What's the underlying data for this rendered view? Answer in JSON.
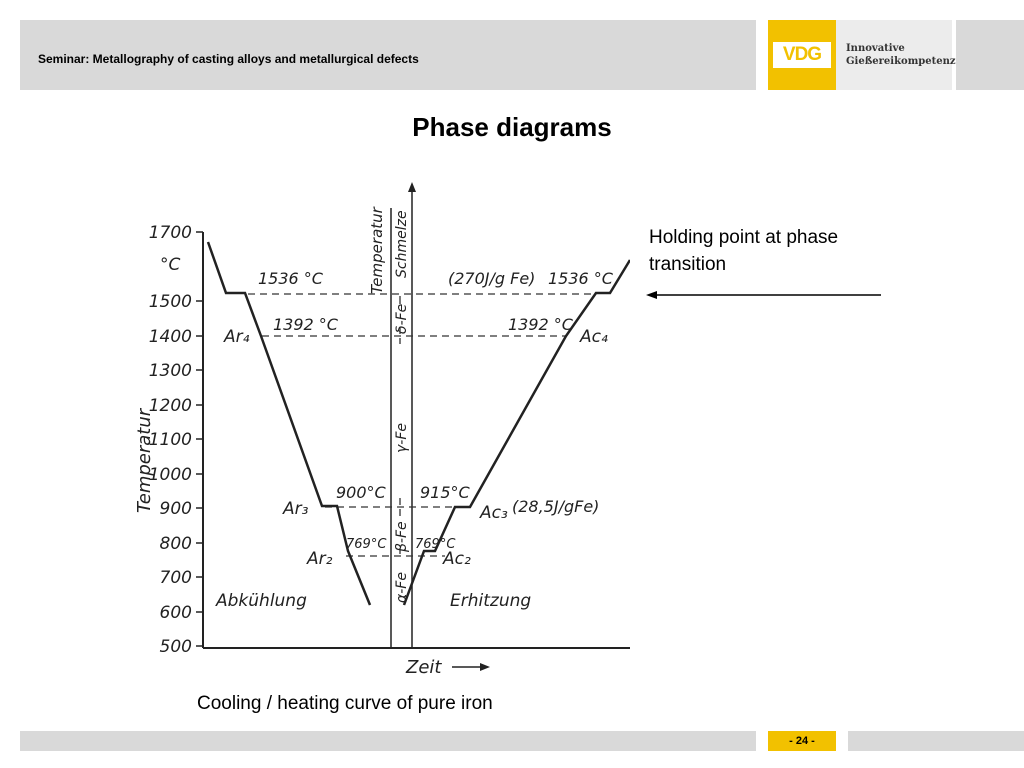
{
  "header": {
    "seminar_title": "Seminar: Metallography of casting alloys and metallurgical defects"
  },
  "logo": {
    "word": "VDG",
    "tagline_1": "Innovative",
    "tagline_2": "Gießereikompetenz",
    "accent_color": "#f2c100"
  },
  "slide": {
    "title": "Phase diagrams",
    "note": "Holding point at phase transition",
    "caption": "Cooling / heating curve of pure iron"
  },
  "diagram": {
    "y_unit": "°C",
    "y_label": "Temperatur",
    "y_ticks": [
      "1700",
      "1500",
      "1400",
      "1300",
      "1200",
      "1100",
      "1000",
      "900",
      "800",
      "700",
      "600",
      "500"
    ],
    "x_label": "Zeit",
    "center_axis_label": "Temperatur",
    "phase_labels": {
      "melt": "Schmelze",
      "delta": "δ-Fe",
      "gamma": "γ-Fe",
      "beta": "β-Fe",
      "alpha": "α-Fe"
    },
    "left_points": {
      "t1536": "1536 °C",
      "t1392": "1392 °C",
      "t900": "900°C",
      "t769": "769°C"
    },
    "right_points": {
      "energy_top": "(270J/g Fe)",
      "t1536": "1536 °C",
      "t1392": "1392 °C",
      "t915": "915°C",
      "t769": "769°C",
      "energy_c3": "(28,5J/gFe)"
    },
    "left_markers": {
      "ar4": "Ar₄",
      "ar3": "Ar₃",
      "ar2": "Ar₂"
    },
    "right_markers": {
      "ac4": "Ac₄",
      "ac3": "Ac₃",
      "ac2": "Ac₂"
    },
    "process_labels": {
      "cooling": "Abkühlung",
      "heating": "Erhitzung"
    }
  },
  "footer": {
    "page": "- 24 -"
  }
}
